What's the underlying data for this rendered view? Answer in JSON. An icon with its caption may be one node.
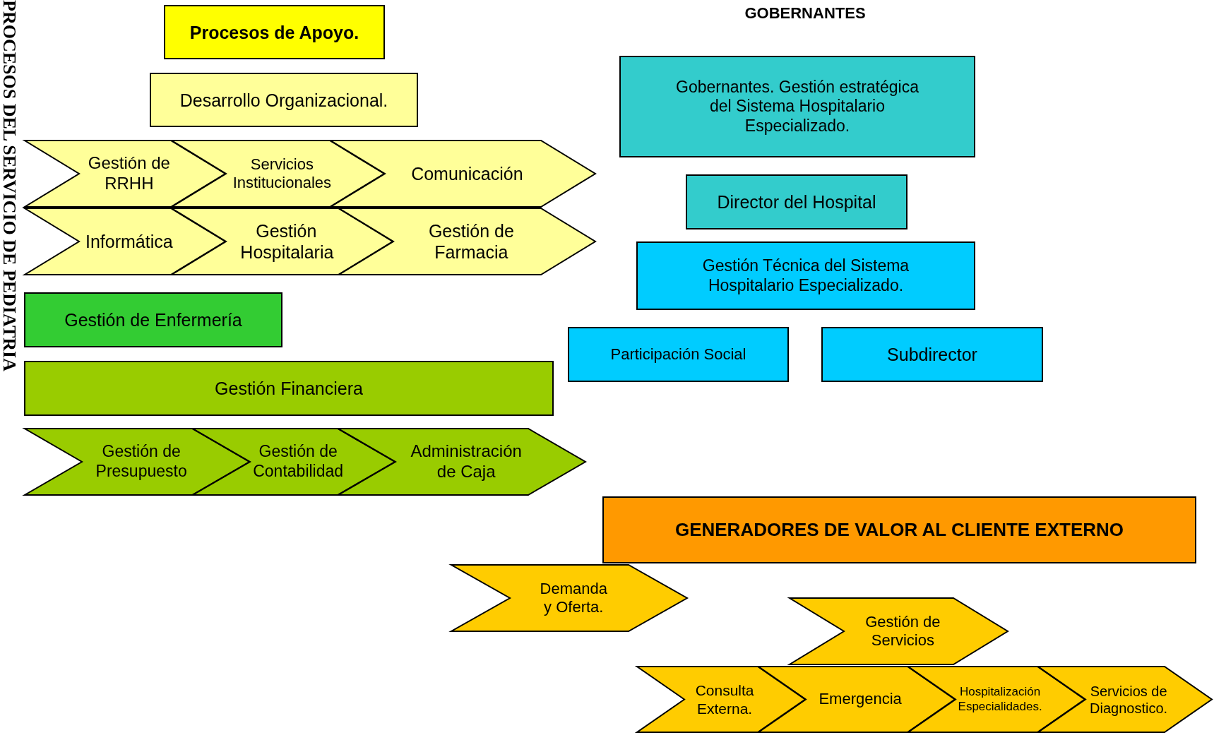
{
  "diagram": {
    "nodes": [
      {
        "text": [
          "Procesos de Apoyo."
        ]
      },
      {
        "text": [
          "Desarrollo Organizacional."
        ]
      },
      {
        "text": [
          "Gestión de RRHH"
        ]
      },
      {
        "text": [
          "Servicios Institucionales"
        ]
      },
      {
        "text": [
          "Comunicación"
        ]
      },
      {
        "text": [
          "Informática"
        ]
      },
      {
        "text": [
          "Gestión Hospitalaria"
        ]
      },
      {
        "text": [
          "Gestión de Farmacia"
        ]
      },
      {
        "text": [
          "Gestión de Enfermería"
        ]
      },
      {
        "text": [
          "Gestión Financiera"
        ]
      },
      {
        "text": [
          "Gestión de Presupuesto"
        ]
      },
      {
        "text": [
          "Gestión de Contabilidad"
        ]
      },
      {
        "text": [
          "Administración de Caja"
        ]
      },
      {
        "text": [
          "Gobernantes. Gestión estratégica del Sistema Hospitalario Especializado."
        ]
      },
      {
        "text": [
          "Director del Hospital"
        ]
      },
      {
        "text": [
          "Gestión Técnica del Sistema Hospitalario Especializado."
        ]
      },
      {
        "text": [
          "Participación Social"
        ]
      },
      {
        "text": [
          "Subdirector"
        ]
      },
      {
        "text": [
          "GENERADORES DE VALOR AL CLIENTE EXTERNO"
        ]
      },
      {
        "text": [
          "Demanda y Oferta."
        ]
      },
      {
        "text": [
          "Gestión de Servicios"
        ]
      },
      {
        "text": [
          "Consulta Externa."
        ]
      },
      {
        "text": [
          "Emergencia"
        ]
      },
      {
        "text": [
          "Hospitalización Especialidades."
        ]
      },
      {
        "text": [
          "Servicios de Diagnostico."
        ]
      }
    ],
    "edges": [],
    "labels": [
      "PROCESOS DEL SERVICIO DE PEDIATRIA",
      "GOBERNANTES"
    ]
  }
}
